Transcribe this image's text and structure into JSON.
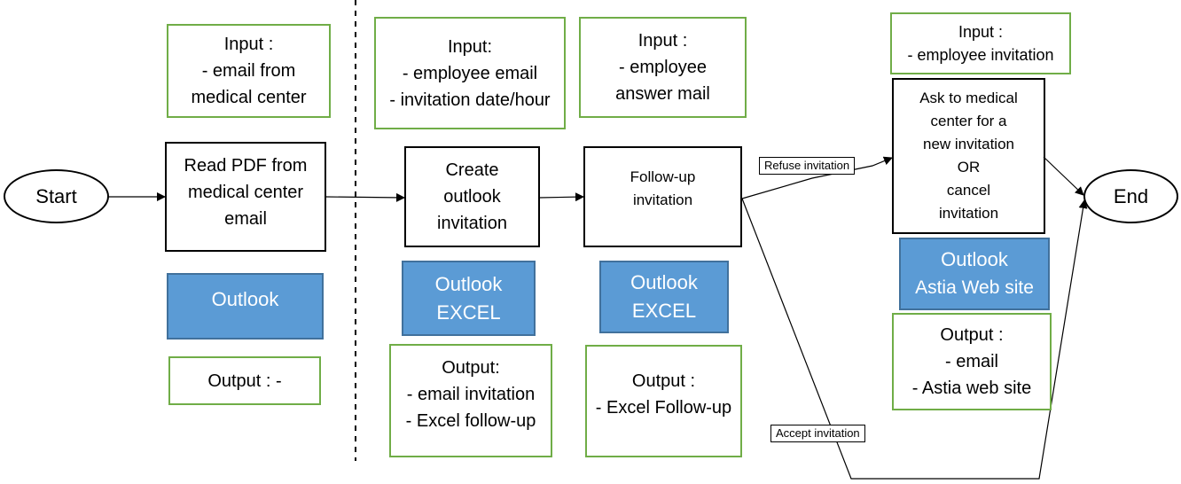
{
  "terminals": {
    "start": "Start",
    "end": "End"
  },
  "steps": [
    {
      "input": [
        "Input :",
        "- email from",
        "medical center"
      ],
      "action": [
        "Read PDF from",
        "medical center",
        "email"
      ],
      "tools": [
        "Outlook"
      ],
      "output": [
        "Output : -"
      ]
    },
    {
      "input": [
        "Input:",
        "- employee email",
        "- invitation date/hour"
      ],
      "action": [
        "Create",
        "outlook",
        "invitation"
      ],
      "tools": [
        "Outlook",
        "EXCEL"
      ],
      "output": [
        "Output:",
        "- email invitation",
        "- Excel follow-up"
      ]
    },
    {
      "input": [
        "Input :",
        "- employee",
        "answer mail"
      ],
      "action": [
        "Follow-up",
        "invitation"
      ],
      "tools": [
        "Outlook",
        "EXCEL"
      ],
      "output": [
        "Output :",
        "- Excel Follow-up"
      ]
    },
    {
      "input": [
        "Input :",
        "- employee invitation"
      ],
      "action": [
        "Ask to medical",
        "center for a",
        "new invitation",
        "OR",
        "cancel",
        "invitation"
      ],
      "tools": [
        "Outlook",
        "Astia Web site"
      ],
      "output": [
        "Output :",
        "- email",
        "- Astia web site"
      ]
    }
  ],
  "edge_labels": {
    "refuse": "Refuse invitation",
    "accept": "Accept invitation"
  },
  "colors": {
    "input_output_border": "#70ad47",
    "tool_fill": "#5b9bd5",
    "tool_border": "#41719c",
    "line": "#000000"
  }
}
